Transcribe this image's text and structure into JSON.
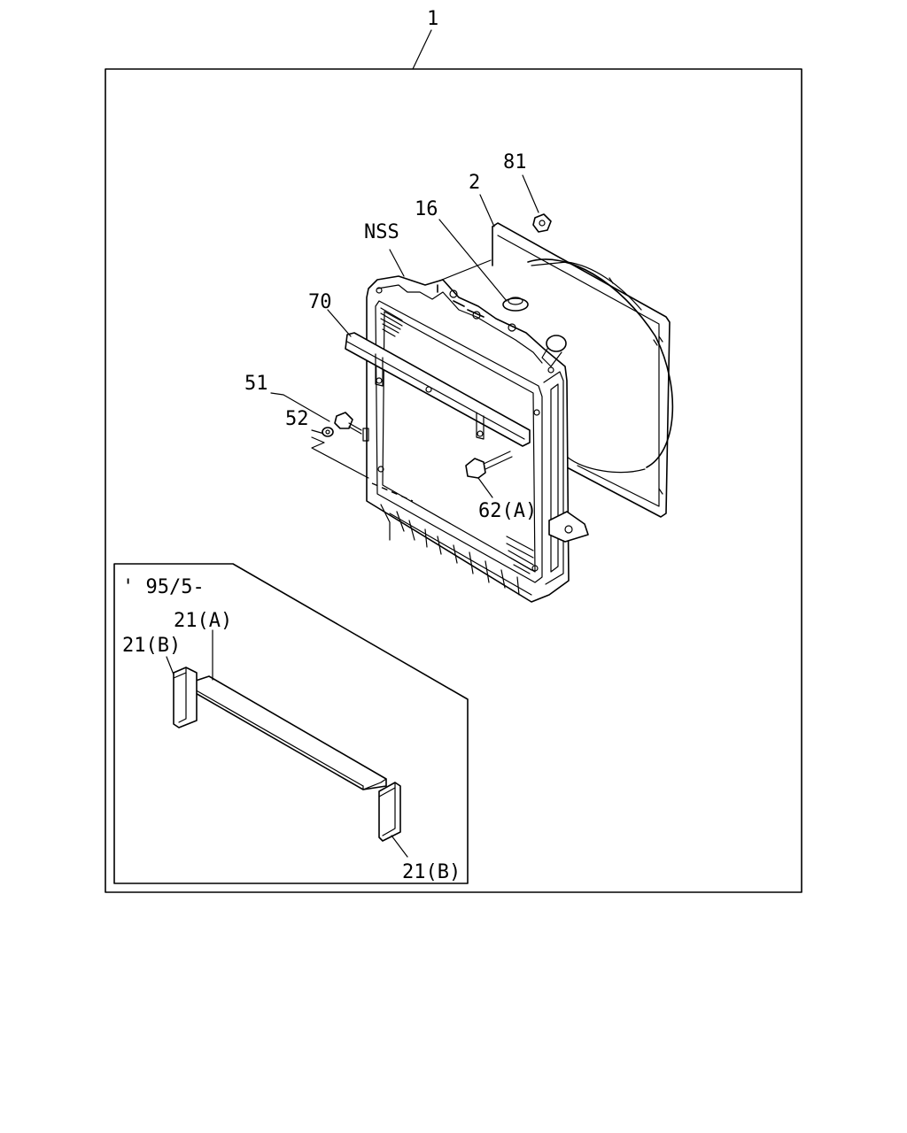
{
  "callouts": {
    "assembly": "1",
    "shroud": "2",
    "cap": "16",
    "bracket_a": "21(A)",
    "bracket_b_left": "21(B)",
    "bracket_b_right": "21(B)",
    "bolt_51": "51",
    "washer_52": "52",
    "bolt_62a": "62(A)",
    "stay_70": "70",
    "clip_81": "81",
    "nss": "NSS"
  },
  "inset": {
    "date_label": "' 95/5-"
  }
}
